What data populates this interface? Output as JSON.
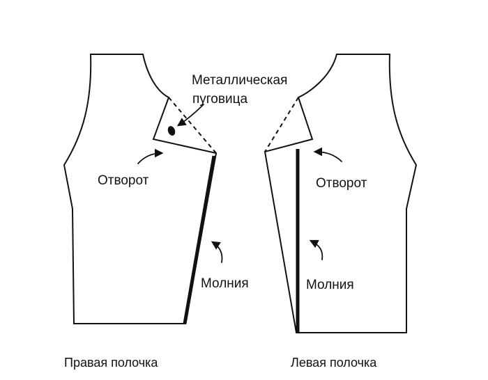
{
  "labels": {
    "button": [
      "Металлическая",
      "пуговица"
    ],
    "lapel_right": "Отворот",
    "lapel_left": "Отворот",
    "zipper_right": "Молния",
    "zipper_left": "Молния",
    "caption_right": "Правая полочка",
    "caption_left": "Левая полочка"
  }
}
